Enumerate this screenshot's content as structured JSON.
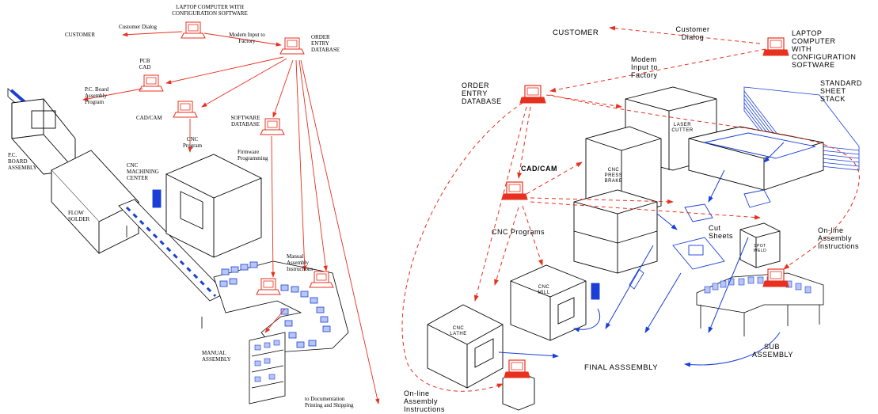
{
  "colors": {
    "flow": "#e8301f",
    "equipment": "#1a3fd6",
    "ink": "#000000"
  },
  "left": {
    "top_title": "LAPTOP COMPUTER WITH\nCONFIGURATION SOFTWARE",
    "customer": "CUSTOMER",
    "customer_dialog": "Customer Dialog",
    "modem_input": "Modem Input to\nFactory",
    "order_entry": "ORDER\nENTRY\nDATABASE",
    "pcb_cad": "PCB\nCAD",
    "pc_board_program": "P.C. Board\nAssembly\nProgram",
    "cad_cam": "CAD/CAM",
    "software_db": "SOFTWARE\nDATABASE",
    "cnc_program": "CNC\nProgram",
    "firmware": "Firmware\nProgramming",
    "cnc_machining": "CNC\nMACHINING\nCENTER",
    "pc_board_assembly": "P.C.\nBOARD\nASSEMBLY",
    "flow_solder": "FLOW\nSOLDER",
    "manual_instructions": "Manual\nAssembly\nInstructions",
    "manual_assembly": "MANUAL\nASSEMBLY",
    "to_documentation": "to Documentation\nPrinting and Shipping"
  },
  "right": {
    "customer": "CUSTOMER",
    "customer_dialog": "Customer\nDialog",
    "laptop": "LAPTOP\nCOMPUTER\nWITH\nCONFIGURATION\nSOFTWARE",
    "modem_input": "Modem\nInput to\nFactory",
    "order_entry": "ORDER\nENTRY\nDATABASE",
    "standard_sheet": "STANDARD\nSHEET\nSTACK",
    "laser_cutter": "LASER\nCUTTER",
    "press_brake": "CNC\nPRESS\nBRAKE",
    "cad_cam": "CAD/CAM",
    "cnc_programs": "CNC Programs",
    "cut_sheets": "Cut\nSheets",
    "spot_weld": "SPOT\nWELD",
    "online_instructions_right": "On-line\nAssembly\nInstructions",
    "cnc_mill": "CNC\nMILL",
    "cnc_lathe": "CNC\nLATHE",
    "sub_assembly": "SUB\nASSEMBLY",
    "final_assembly": "FINAL ASSSEMBLY",
    "online_instructions_bottom": "On-line\nAssembly\nInstructions"
  }
}
